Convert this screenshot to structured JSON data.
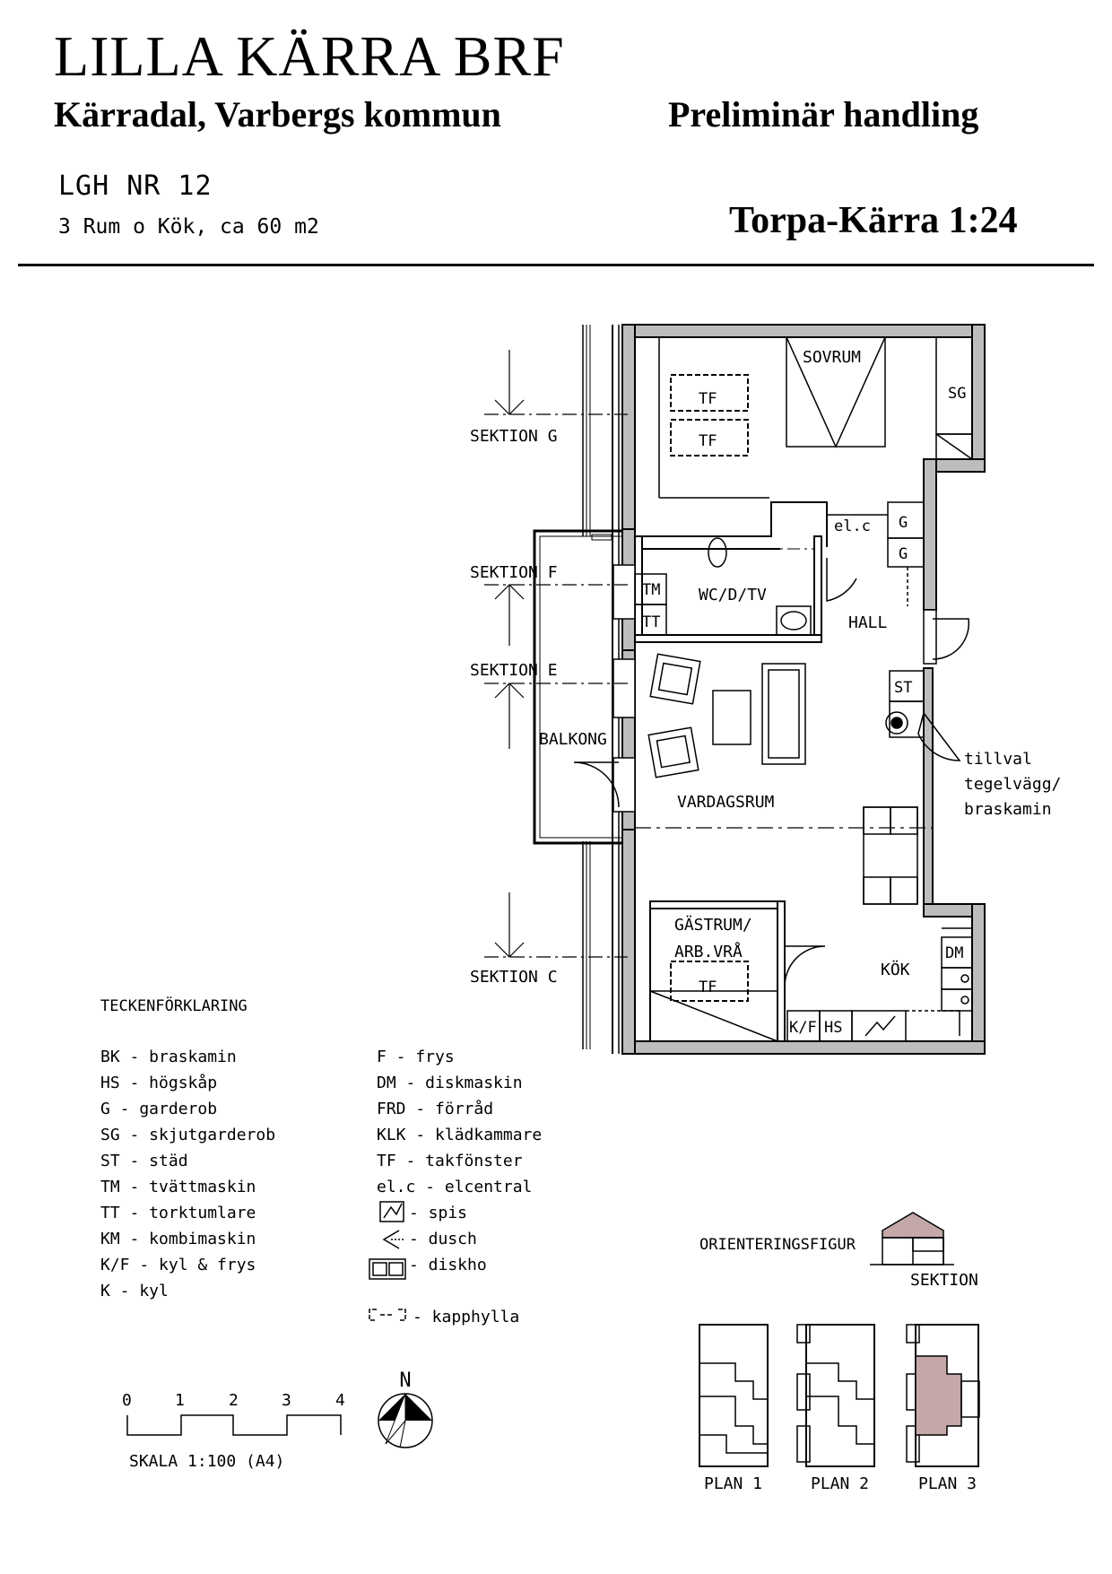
{
  "header": {
    "title": "LILLA KÄRRA BRF",
    "location": "Kärradal, Varbergs kommun",
    "status": "Preliminär handling",
    "apartment_nr": "LGH NR 12",
    "apartment_desc": "3 Rum o Kök, ca 60 m2",
    "variant": "Torpa-Kärra 1:24"
  },
  "plan": {
    "rooms": {
      "sovrum": "SOVRUM",
      "wc": "WC/D/TV",
      "hall": "HALL",
      "vardagsrum": "VARDAGSRUM",
      "balkong": "BALKONG",
      "gastrum_1": "GÄSTRUM/",
      "gastrum_2": "ARB.VRÅ",
      "kok": "KÖK"
    },
    "fixtures": {
      "tf": "TF",
      "sg": "SG",
      "g": "G",
      "elc": "el.c",
      "tm": "TM",
      "tt": "TT",
      "st": "ST",
      "dm": "DM",
      "kf": "K/F",
      "hs": "HS"
    },
    "sections": {
      "g": "SEKTION G",
      "f": "SEKTION F",
      "e": "SEKTION E",
      "c": "SEKTION C"
    },
    "note": [
      "tillval",
      "tegelvägg/",
      "braskamin"
    ]
  },
  "legend": {
    "heading": "TECKENFÖRKLARING",
    "col1": [
      "BK - braskamin",
      "HS - högskåp",
      "G - garderob",
      "SG - skjutgarderob",
      "ST - städ",
      "TM - tvättmaskin",
      "TT - torktumlare",
      "KM - kombimaskin",
      "K/F - kyl & frys",
      "K - kyl"
    ],
    "col2": [
      "F - frys",
      "DM - diskmaskin",
      "FRD - förråd",
      "KLK - klädkammare",
      "TF - takfönster",
      "el.c - elcentral"
    ],
    "symbols": {
      "spis": "- spis",
      "dusch": "- dusch",
      "diskho": "- diskho",
      "kapphylla": "- kapphylla"
    }
  },
  "scale": {
    "ticks": [
      "0",
      "1",
      "2",
      "3",
      "4"
    ],
    "label": "SKALA 1:100 (A4)",
    "north": "N"
  },
  "orientation": {
    "heading": "ORIENTERINGSFIGUR",
    "section": "SEKTION",
    "plans": [
      "PLAN 1",
      "PLAN 2",
      "PLAN 3"
    ],
    "highlight_color": "#c4a8a8"
  }
}
